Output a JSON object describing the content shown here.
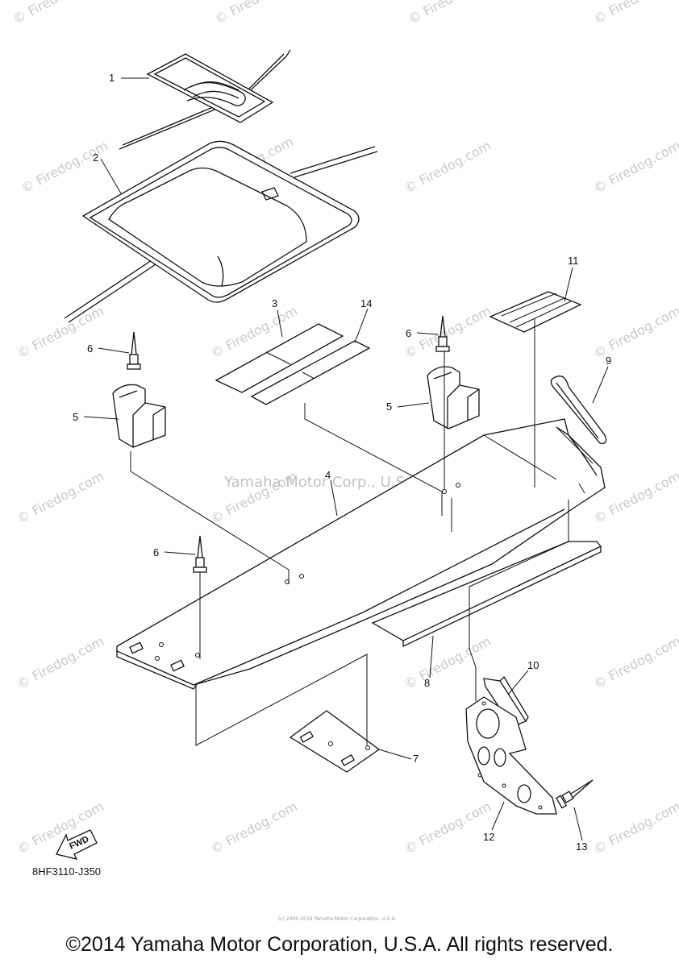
{
  "diagram_code": "8HF3110-J350",
  "fwd_label": "FWD",
  "center_watermark": "Yamaha Motor Corp., U.S.A.",
  "watermark_text": "© Firedog.com",
  "fine_print": "(c) 2000-2016 Yamaha Motor Corporation, U.S.A.",
  "copyright": "©2014 Yamaha Motor Corporation, U.S.A. All rights reserved.",
  "callouts": {
    "c1": "1",
    "c2": "2",
    "c3": "3",
    "c4": "4",
    "c5a": "5",
    "c5b": "5",
    "c6a": "6",
    "c6b": "6",
    "c6c": "6",
    "c7": "7",
    "c8": "8",
    "c9": "9",
    "c10": "10",
    "c11": "11",
    "c12": "12",
    "c13": "13",
    "c14": "14"
  },
  "colors": {
    "line": "#111111",
    "watermark": "#c9c9c9"
  }
}
